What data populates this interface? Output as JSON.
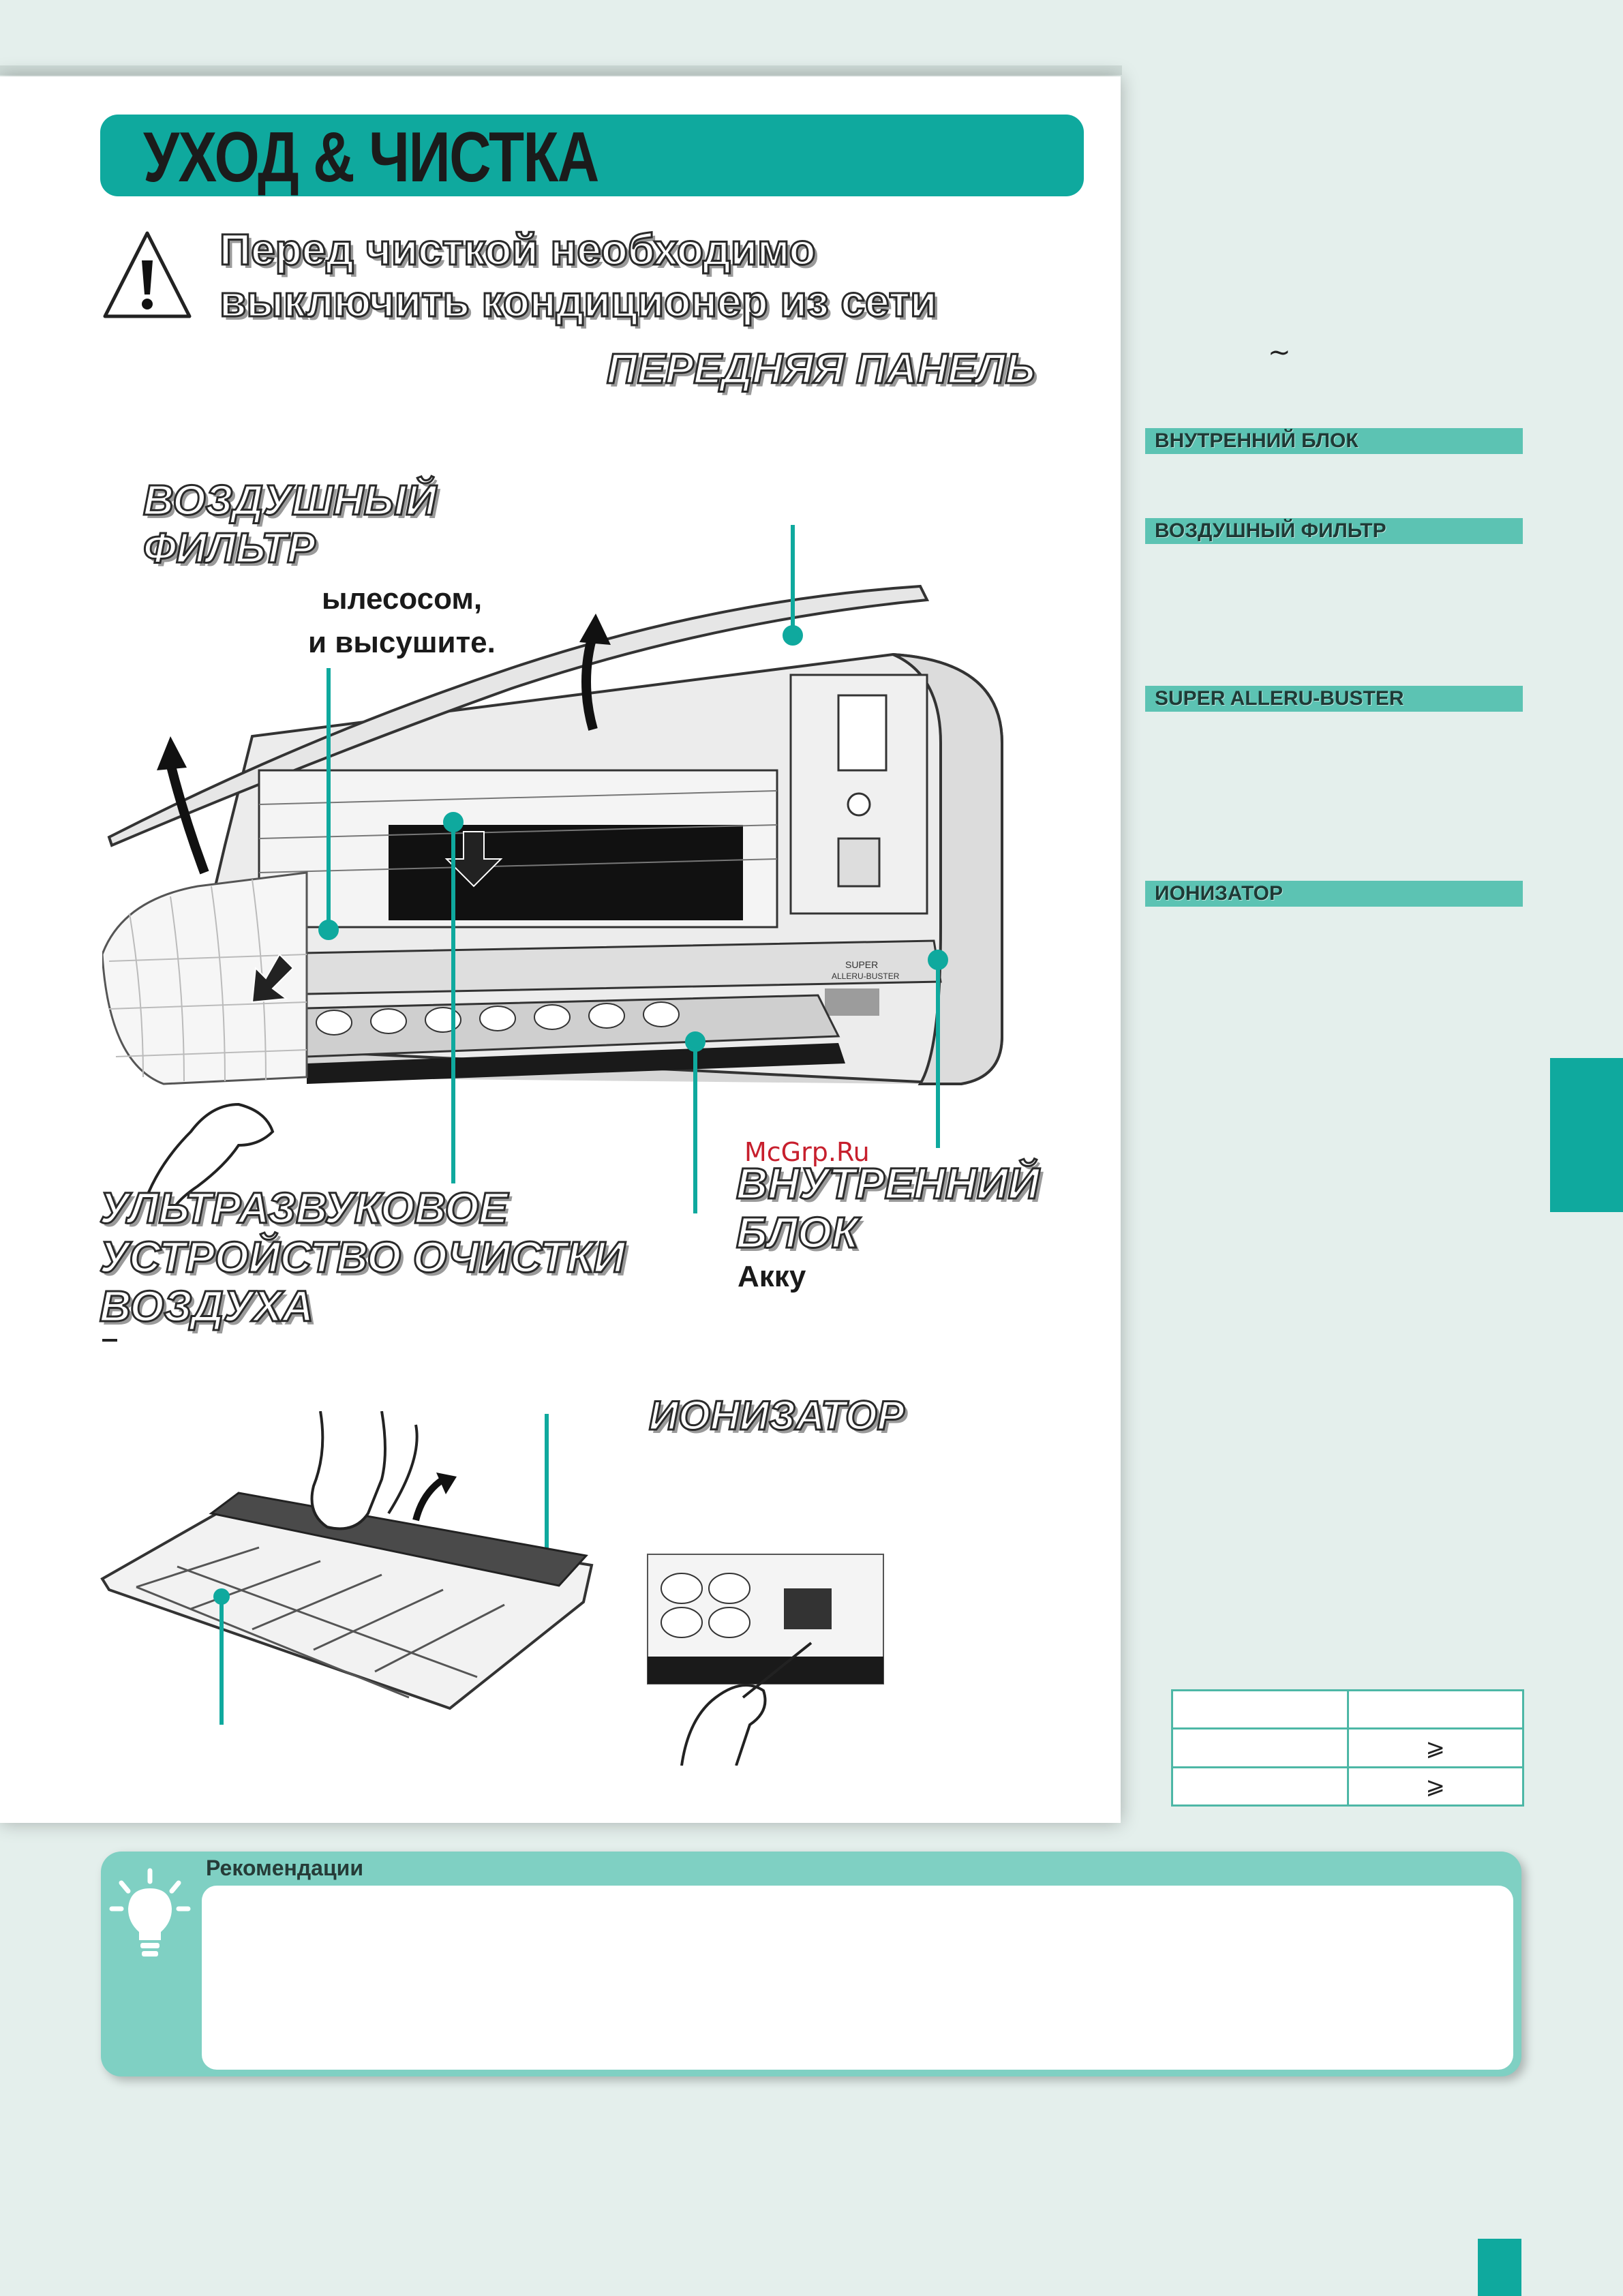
{
  "header": {
    "title": "УХОД & ЧИСТКА",
    "warning_line1": "Перед чисткой необходимо",
    "warning_line2": "выключить кондиционер из сети"
  },
  "parts": {
    "front_panel": "ПЕРЕДНЯЯ ПАНЕЛЬ",
    "air_filter_line1": "ВОЗДУШНЫЙ",
    "air_filter_line2": "ФИЛЬТР",
    "air_filter_text1": "ылесосом,",
    "air_filter_text2": "и высушите.",
    "ultrasonic_line1": "УЛЬТРАЗВУКОВОЕ",
    "ultrasonic_line2": "УСТРОЙСТВО ОЧИСТКИ",
    "ultrasonic_line3": "ВОЗДУХА",
    "indoor_line1": "ВНУТРЕННИЙ",
    "indoor_line2": "БЛОК",
    "indoor_text": "Акку",
    "ionizer": "ИОНИЗАТОР",
    "watermark": "McGrp.Ru"
  },
  "sidebar": {
    "tilde": "~",
    "sections": [
      {
        "label": "ВНУТРЕННИЙ БЛОК"
      },
      {
        "label": "ВОЗДУШНЫЙ ФИЛЬТР"
      },
      {
        "label": "SUPER ALLERU-BUSTER"
      },
      {
        "label": "ИОНИЗАТОР"
      }
    ]
  },
  "table": {
    "rows": [
      [
        "",
        ""
      ],
      [
        "",
        "⩾"
      ],
      [
        "",
        "⩾"
      ]
    ]
  },
  "illustration": {
    "unit_label_super": "SUPER",
    "unit_label_buster": "ALLERU-BUSTER"
  },
  "tips": {
    "title": "Рекомендации"
  },
  "colors": {
    "accent": "#0fa99e",
    "section_bar": "#5cc3b3",
    "tips_bg": "#7fd0c3",
    "page_bg": "#e4efec"
  }
}
